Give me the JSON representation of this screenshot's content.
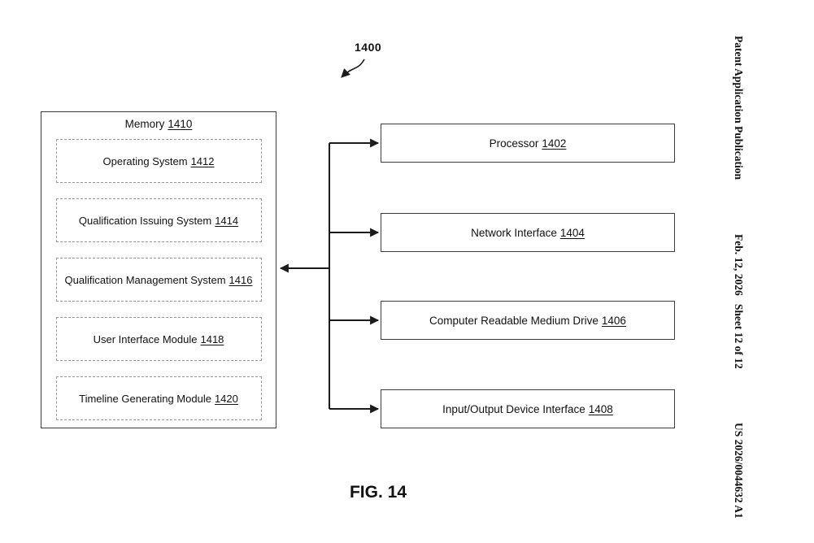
{
  "page": {
    "publication_header": "Patent Application Publication",
    "publication_date_sheet": "Feb. 12, 2026   Sheet 12 of 12",
    "publication_number": "US 2026/0044632 A1"
  },
  "diagram": {
    "figure_ref": "1400",
    "figure_label": "FIG. 14",
    "memory": {
      "label": "Memory",
      "num": "1410",
      "modules": [
        {
          "label": "Operating System",
          "num": "1412"
        },
        {
          "label": "Qualification Issuing System",
          "num": "1414"
        },
        {
          "label": "Qualification Management System",
          "num": "1416"
        },
        {
          "label": "User Interface Module",
          "num": "1418"
        },
        {
          "label": "Timeline Generating Module",
          "num": "1420"
        }
      ]
    },
    "components": [
      {
        "label": "Processor",
        "num": "1402"
      },
      {
        "label": "Network Interface",
        "num": "1404"
      },
      {
        "label": "Computer Readable Medium Drive",
        "num": "1406"
      },
      {
        "label": "Input/Output Device Interface",
        "num": "1408"
      }
    ]
  }
}
